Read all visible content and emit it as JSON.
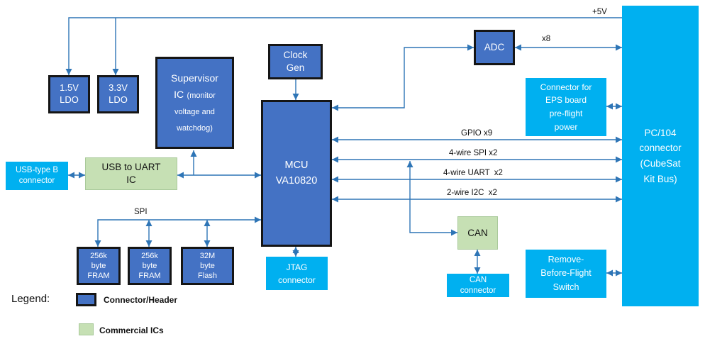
{
  "colors": {
    "connector_header_blue": "#4472C4",
    "connector_cyan": "#00B0F0",
    "commercial_ic_green": "#C6E0B4",
    "wire_blue": "#2E75B6"
  },
  "nodes": {
    "ldo_1v5": {
      "label": "1.5V\nLDO"
    },
    "ldo_3v3": {
      "label": "3.3V\nLDO"
    },
    "supervisor": {
      "title": "Supervisor IC",
      "subtitle": "(monitor voltage and watchdog)"
    },
    "clock_gen": {
      "label": "Clock\nGen"
    },
    "mcu": {
      "label": "MCU\nVA10820"
    },
    "adc": {
      "label": "ADC"
    },
    "eps_connector": {
      "label": "Connector for\nEPS board\npre-flight\npower"
    },
    "pc104": {
      "label": "PC/104\nconnector\n(CubeSat\nKit Bus)"
    },
    "usb_type_b": {
      "label": "USB-type B\nconnector"
    },
    "usb_to_uart": {
      "label": "USB to UART\nIC"
    },
    "fram_1": {
      "label": "256k\nbyte\nFRAM"
    },
    "fram_2": {
      "label": "256k\nbyte\nFRAM"
    },
    "flash": {
      "label": "32M\nbyte\nFlash"
    },
    "jtag": {
      "label": "JTAG\nconnector"
    },
    "can": {
      "label": "CAN"
    },
    "can_connector": {
      "label": "CAN\nconnector"
    },
    "rbf_switch": {
      "label": "Remove-\nBefore-Flight\nSwitch"
    }
  },
  "edge_labels": {
    "plus_5v": "+5V",
    "x8": "x8",
    "gpio": "GPIO x9",
    "spi_x2": "4-wire SPI x2",
    "uart_x2": "4-wire UART  x2",
    "i2c_x2": "2-wire I2C  x2",
    "spi": "SPI"
  },
  "legend": {
    "title": "Legend:",
    "items": [
      {
        "label": "Connector/Header",
        "color": "#4472C4"
      },
      {
        "label": "Commercial ICs",
        "color": "#C6E0B4"
      }
    ]
  }
}
